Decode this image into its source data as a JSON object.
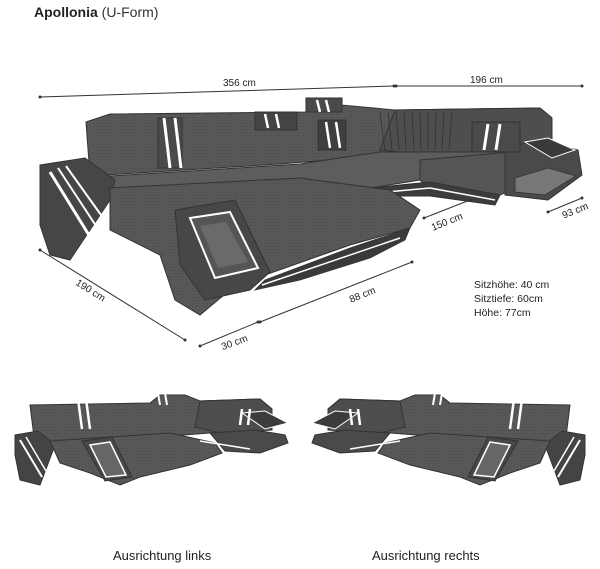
{
  "header": {
    "name": "Apollonia",
    "variant": "(U-Form)"
  },
  "dimensions": {
    "total_width": "356 cm",
    "right_width": "196 cm",
    "left_depth": "190 cm",
    "chaise_length": "88 cm",
    "arm_width": "30 cm",
    "inner_depth": "150 cm",
    "right_depth": "93 cm"
  },
  "specs": [
    "Sitzhöhe: 40 cm",
    "Sitztiefe: 60cm",
    "Höhe: 77cm"
  ],
  "captions": {
    "left": "Ausrichtung links",
    "right": "Ausrichtung rechts"
  },
  "colors": {
    "upholstery": "#555555",
    "upholstery_dark": "#3f3f3f",
    "stripe": "#ffffff",
    "line": "#333333"
  }
}
